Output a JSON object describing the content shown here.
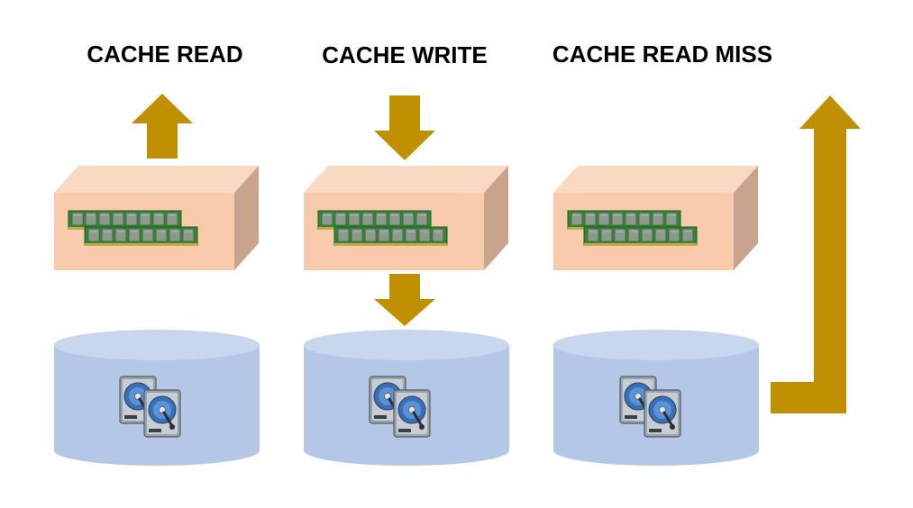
{
  "titles": {
    "cache_read": "CACHE READ",
    "cache_write": "CACHE WRITE",
    "cache_read_miss": "CACHE READ MISS"
  },
  "colors": {
    "arrow": "#C09000",
    "cache_front": "#F8CBAD",
    "cache_top": "#F9D9C2",
    "cache_side": "#C9A38C",
    "disk_body": "#B4C7E7",
    "disk_top": "#C9D7EE",
    "ram_pcb": "#2E8B2E",
    "ram_chip": "#8C9A8C"
  },
  "icons": {
    "ram": "ram-module-icon",
    "hdd": "hard-drive-icon"
  }
}
